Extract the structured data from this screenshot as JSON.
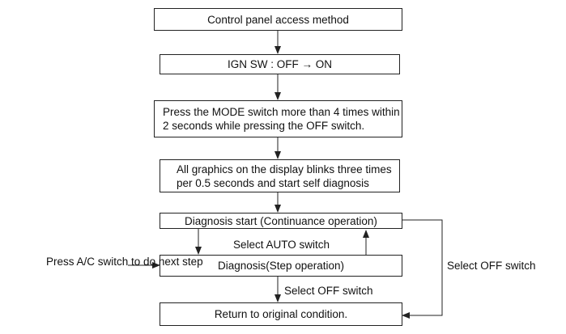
{
  "colors": {
    "line": "#222222",
    "text": "#111111",
    "background": "#ffffff"
  },
  "steps": {
    "access_method": "Control panel access method",
    "ign_sw": "IGN SW : OFF → ON",
    "press_mode": [
      "Press the MODE switch more than 4 times within",
      "2 seconds while pressing the OFF switch."
    ],
    "graphics_blink": [
      "All graphics on the display blinks three times",
      "per 0.5 seconds and start self diagnosis"
    ],
    "diag_start": "Diagnosis start (Continuance operation)",
    "diag_step": "Diagnosis(Step operation)",
    "return": "Return to original condition."
  },
  "edge_labels": {
    "select_auto": "Select AUTO switch",
    "select_off_mid": "Select OFF switch",
    "select_off_right": "Select OFF switch",
    "press_ac": [
      "Press A/C switch",
      "to do next step"
    ]
  }
}
